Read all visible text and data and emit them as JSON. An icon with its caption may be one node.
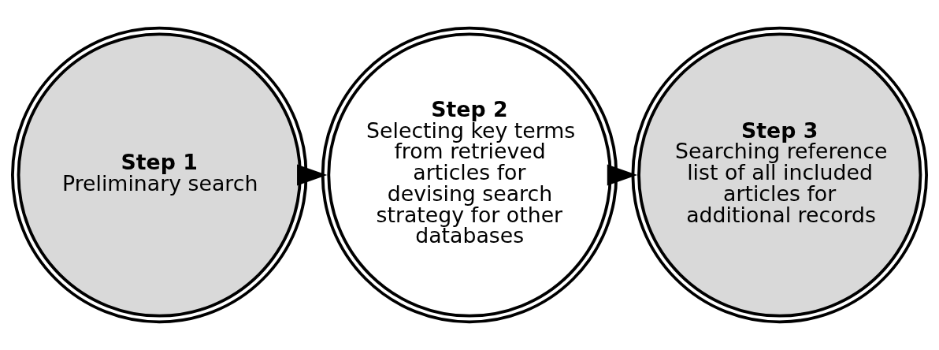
{
  "diagram": {
    "nodes": [
      {
        "text": [
          "Step 1",
          "Preliminary search"
        ]
      },
      {
        "text": [
          "Step 2",
          "Selecting key terms from retrieved articles for devising search strategy for other databases"
        ]
      },
      {
        "text": [
          "Step 3",
          "Searching reference list of all included articles for additional records"
        ]
      }
    ],
    "edges": [
      {
        "from": 0,
        "to": 1,
        "arrow": "to"
      },
      {
        "from": 1,
        "to": 2,
        "arrow": "to"
      }
    ]
  }
}
